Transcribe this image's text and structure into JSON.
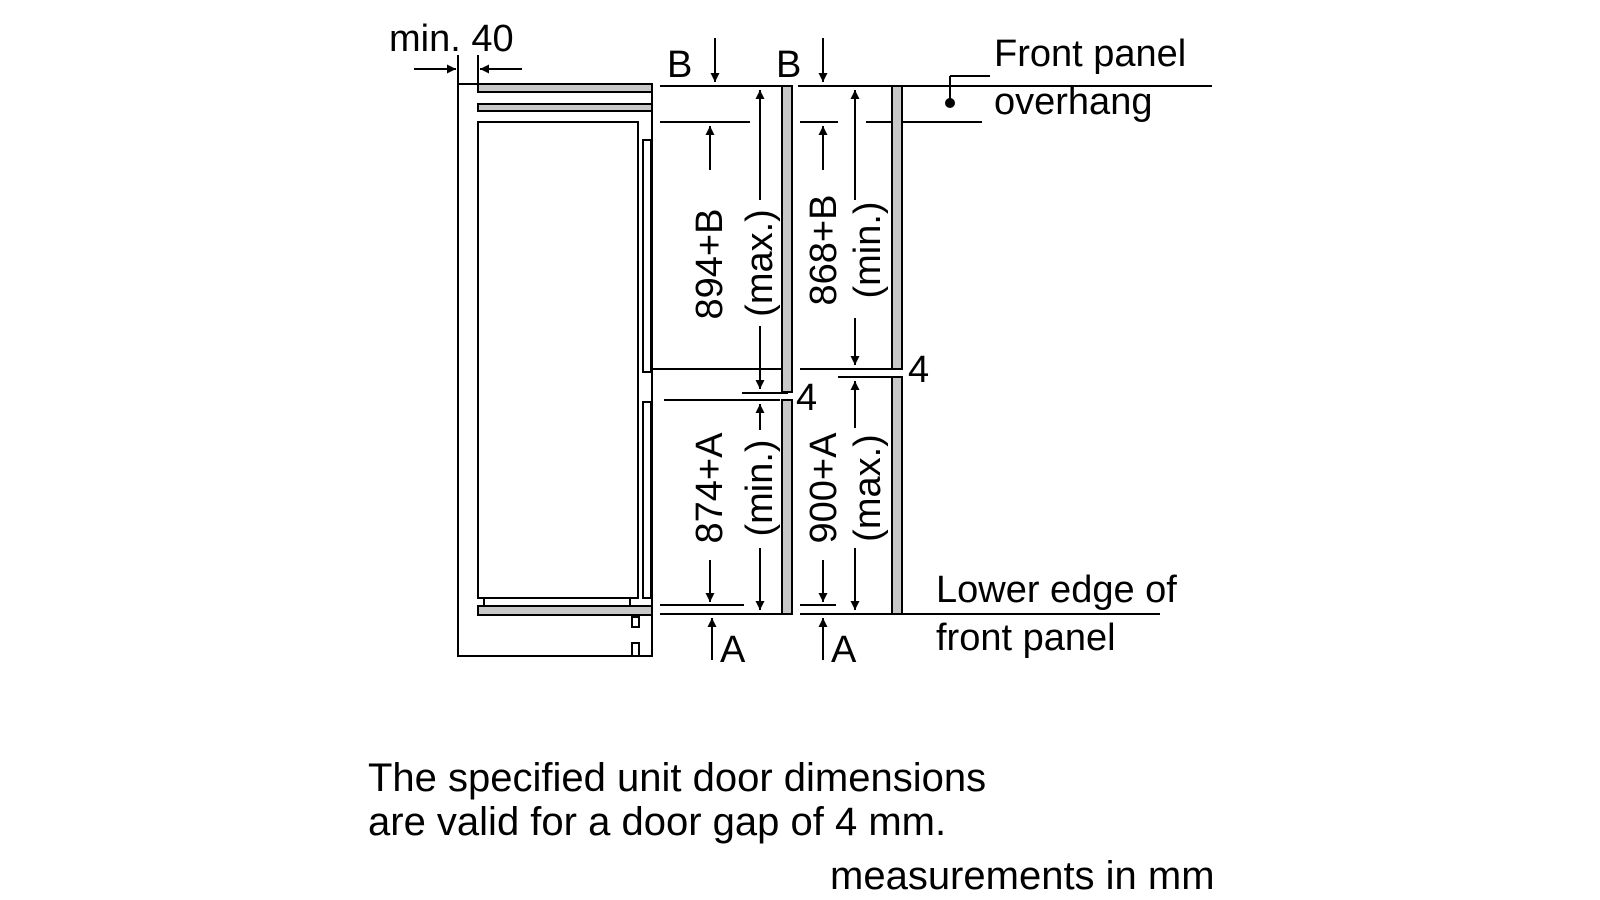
{
  "diagram": {
    "min_gap_label": "min. 40",
    "label_b_left": "B",
    "label_b_right": "B",
    "label_a_left": "A",
    "label_a_right": "A",
    "front_panel_overhang": [
      "Front panel",
      "overhang"
    ],
    "lower_edge": [
      "Lower edge of",
      "front panel"
    ],
    "upper_max_dim": "894+B",
    "upper_max_qualifier": "(max.)",
    "upper_min_dim": "868+B",
    "upper_min_qualifier": "(min.)",
    "lower_min_dim": "874+A",
    "lower_min_qualifier": "(min.)",
    "lower_max_dim": "900+A",
    "lower_max_qualifier": "(max.)",
    "gap_left": "4",
    "gap_right": "4"
  },
  "note": [
    "The specified unit door dimensions",
    "are valid for a door gap of 4 mm."
  ],
  "units": "measurements in mm"
}
